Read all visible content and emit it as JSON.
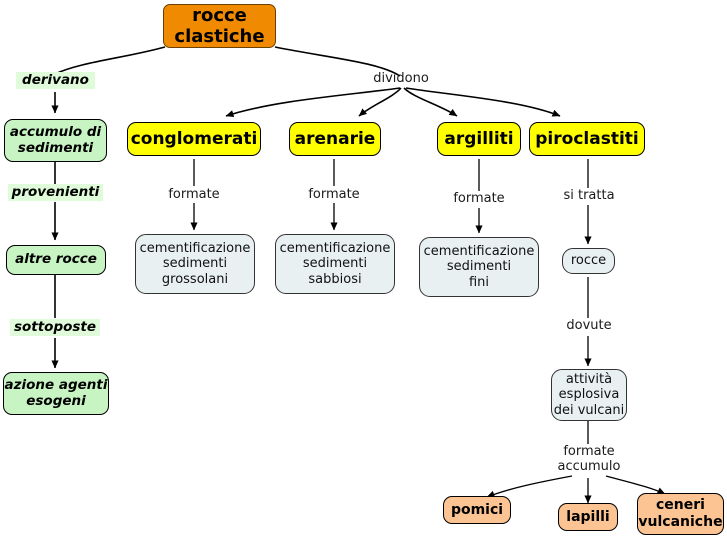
{
  "diagram": {
    "title": "rocce clastiche",
    "type": "concept-map",
    "language": "it",
    "colors": {
      "root": "#F08A00",
      "green_node": "#C7F4C2",
      "green_label": "#DFFBDA",
      "yellow_node": "#FFFF00",
      "grey_node": "#E8F0F2",
      "peach_node": "#FBC492",
      "edge": "#000000",
      "background": "#FFFFFF"
    }
  },
  "nodes": {
    "root": {
      "label": "rocce\nclastiche"
    },
    "accumulo_sedimenti": {
      "label": "accumulo di\nsedimenti"
    },
    "altre_rocce": {
      "label": "altre rocce"
    },
    "azione_agenti": {
      "label": "azione agenti\nesogeni"
    },
    "conglomerati": {
      "label": "conglomerati"
    },
    "arenarie": {
      "label": "arenarie"
    },
    "argilliti": {
      "label": "argilliti"
    },
    "piroclastiti": {
      "label": "piroclastiti"
    },
    "cem_grossolani": {
      "label": "cementificazione\nsedimenti\ngrossolani"
    },
    "cem_sabbiosi": {
      "label": "cementificazione\nsedimenti\nsabbiosi"
    },
    "cem_fini": {
      "label": "cementificazione\nsedimenti\nfini"
    },
    "rocce": {
      "label": "rocce"
    },
    "attivita_esplosiva": {
      "label": "attività\nesplosiva\ndei vulcani"
    },
    "pomici": {
      "label": "pomici"
    },
    "lapilli": {
      "label": "lapilli"
    },
    "ceneri": {
      "label": "ceneri\nvulcaniche"
    }
  },
  "link_labels": {
    "derivano": {
      "label": "derivano"
    },
    "dividono": {
      "label": "dividono"
    },
    "provenienti": {
      "label": "provenienti"
    },
    "sottoposte": {
      "label": "sottoposte"
    },
    "formate_1": {
      "label": "formate"
    },
    "formate_2": {
      "label": "formate"
    },
    "formate_3": {
      "label": "formate"
    },
    "si_tratta": {
      "label": "si tratta"
    },
    "dovute": {
      "label": "dovute"
    },
    "formate_accumulo": {
      "label": "formate\naccumulo"
    }
  }
}
